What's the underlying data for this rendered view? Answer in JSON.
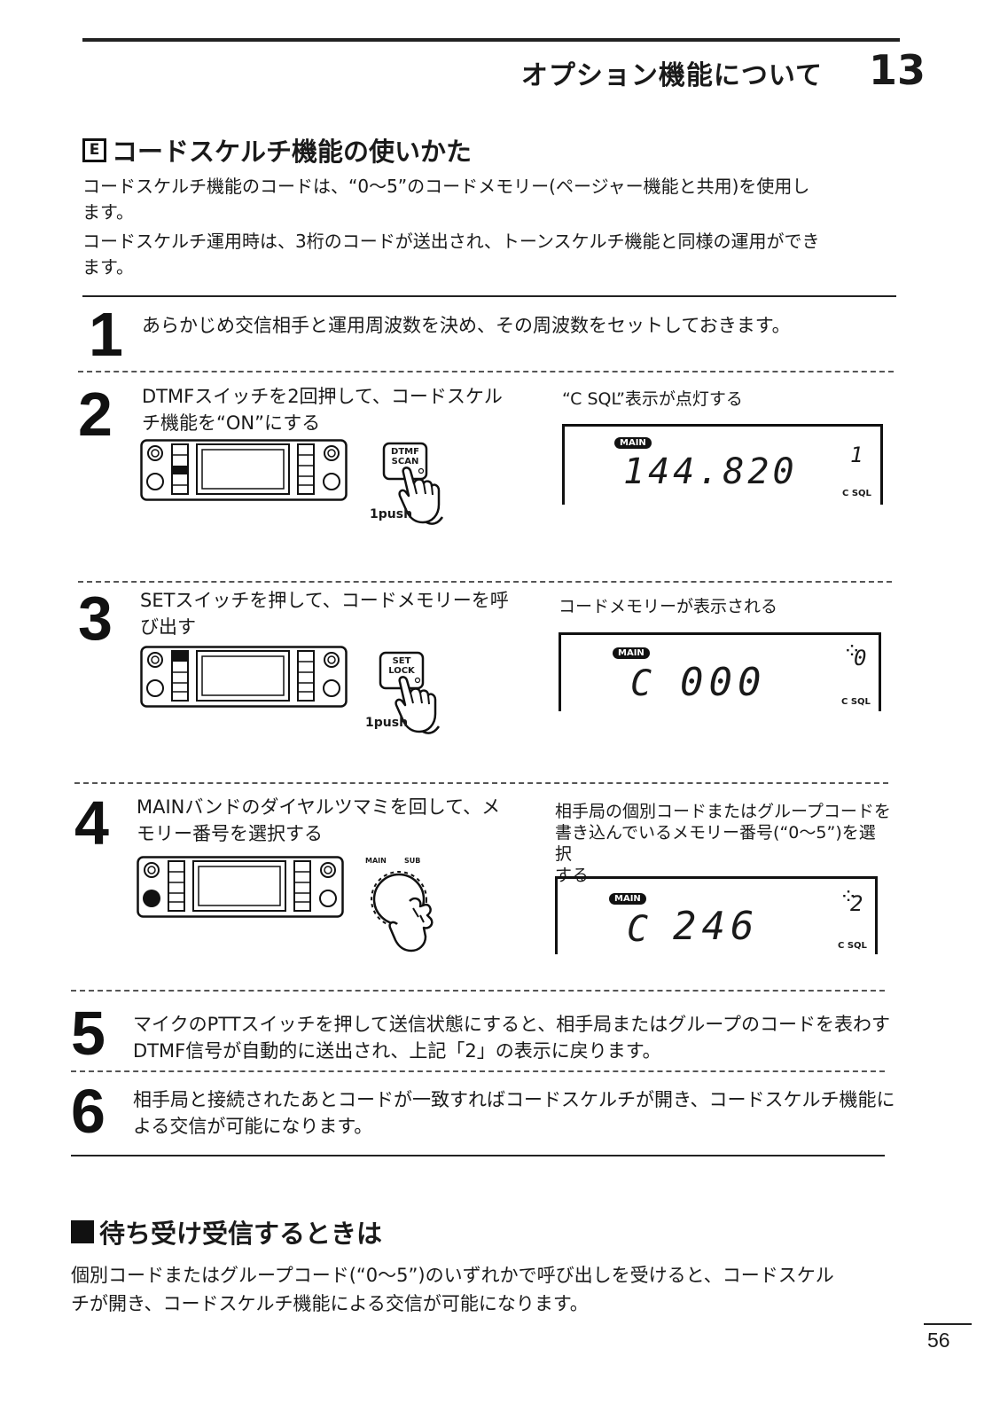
{
  "header": {
    "chapter_title": "オプション機能について",
    "chapter_number": "13"
  },
  "section_e": {
    "badge": "E",
    "title": "コードスケルチ機能の使いかた",
    "intro_1": [
      "コードスケルチ機能のコードは、“0〜5”のコードメモリー(ページャー機能と共用)を使用し",
      "ます。"
    ],
    "intro_2": [
      "コードスケルチ運用時は、3桁のコードが送出され、トーンスケルチ機能と同様の運用ができ",
      "ます。"
    ]
  },
  "steps": [
    {
      "num": "1",
      "text": [
        "あらかじめ交信相手と運用周波数を決め、その周波数をセットしておきます。"
      ]
    },
    {
      "num": "2",
      "text": [
        "DTMFスイッチを2回押して、コードスケル",
        "チ機能を“ON”にする"
      ],
      "caption": [
        "“C SQL”表示が点灯する"
      ],
      "key_label": [
        "DTMF",
        "SCAN"
      ],
      "push": "1push",
      "lcd": {
        "main": "MAIN",
        "digits": "144.820",
        "right": "1",
        "csql": "C SQL"
      }
    },
    {
      "num": "3",
      "text": [
        "SETスイッチを押して、コードメモリーを呼",
        "び出す"
      ],
      "caption": [
        "コードメモリーが表示される"
      ],
      "key_label": [
        "SET",
        "LOCK"
      ],
      "push": "1push",
      "lcd": {
        "main": "MAIN",
        "prefix": "C",
        "digits": "000",
        "right": "0",
        "csql": "C SQL"
      }
    },
    {
      "num": "4",
      "text": [
        "MAINバンドのダイヤルツマミを回して、メ",
        "モリー番号を選択する"
      ],
      "caption": [
        "相手局の個別コードまたはグループコードを",
        "書き込んでいるメモリー番号(“0〜5”)を選択",
        "する"
      ],
      "knob_main": "MAIN",
      "knob_sub": "SUB",
      "lcd": {
        "main": "MAIN",
        "prefix": "C",
        "digits": "246",
        "right": "2",
        "csql": "C SQL"
      }
    },
    {
      "num": "5",
      "text": [
        "マイクのPTTスイッチを押して送信状態にすると、相手局またはグループのコードを表わす",
        "DTMF信号が自動的に送出され、上記「2」の表示に戻ります。"
      ]
    },
    {
      "num": "6",
      "text": [
        "相手局と接続されたあとコードが一致すればコードスケルチが開き、コードスケルチ機能に",
        "よる交信が可能になります。"
      ]
    }
  ],
  "section_wait": {
    "title": "待ち受け受信するときは",
    "body": [
      "個別コードまたはグループコード(“0〜5”)のいずれかで呼び出しを受けると、コードスケル",
      "チが開き、コードスケルチ機能による交信が可能になります。"
    ]
  },
  "page_number": "56"
}
